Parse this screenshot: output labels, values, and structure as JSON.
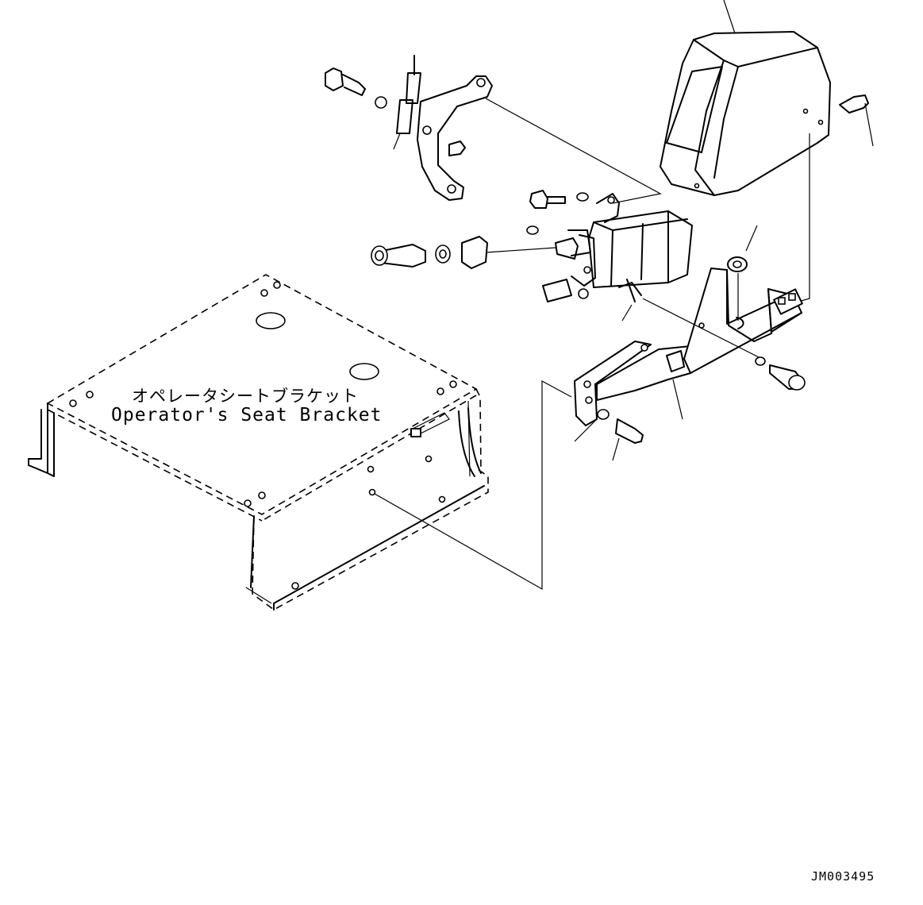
{
  "diagram": {
    "label_jp": "オペレータシートブラケット",
    "label_en": "Operator's Seat Bracket",
    "drawing_code": "JM003495"
  }
}
